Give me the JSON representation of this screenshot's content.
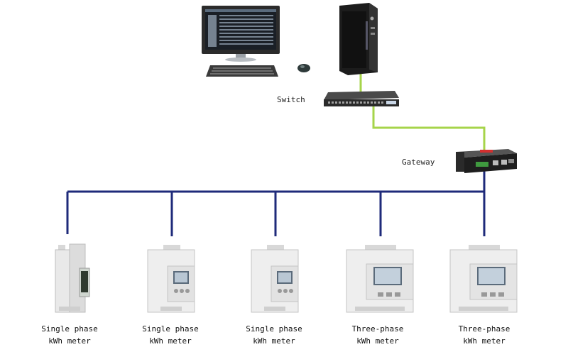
{
  "labels": {
    "switch": "Switch",
    "gateway": "Gateway"
  },
  "meters": [
    {
      "line1": "Single phase",
      "line2": "kWh meter",
      "kind": "single-phase-slim"
    },
    {
      "line1": "Single phase",
      "line2": "kWh meter",
      "kind": "single-phase"
    },
    {
      "line1": "Single phase",
      "line2": "kWh meter",
      "kind": "single-phase"
    },
    {
      "line1": "Three-phase",
      "line2": "kWh meter",
      "kind": "three-phase"
    },
    {
      "line1": "Three-phase",
      "line2": "kWh meter",
      "kind": "three-phase"
    }
  ],
  "colors": {
    "ethernet": "#a6d44a",
    "rs485": "#1e2a7a"
  },
  "icons": [
    "monitor-icon",
    "keyboard-icon",
    "mouse-icon",
    "pc-tower-icon",
    "network-switch-icon",
    "gateway-device-icon",
    "energy-meter-icon"
  ]
}
